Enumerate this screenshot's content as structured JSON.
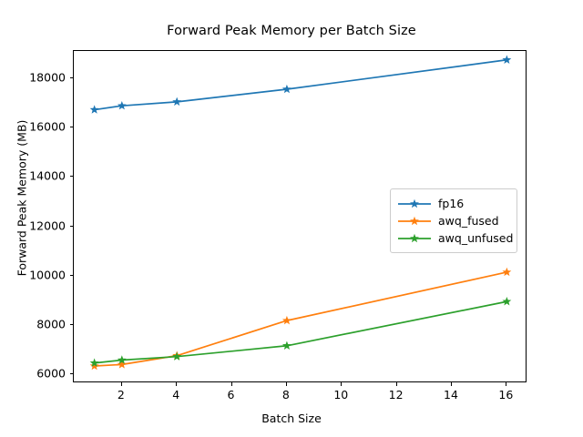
{
  "chart_data": {
    "type": "line",
    "title": "Forward Peak Memory per Batch Size",
    "xlabel": "Batch Size",
    "ylabel": "Forward Peak Memory (MB)",
    "x": [
      1,
      2,
      4,
      8,
      16
    ],
    "xlim": [
      0.25,
      16.75
    ],
    "ylim": [
      5640,
      19100
    ],
    "xticks": [
      2,
      4,
      6,
      8,
      10,
      12,
      14,
      16
    ],
    "xticklabels": [
      "2",
      "4",
      "6",
      "8",
      "10",
      "12",
      "14",
      "16"
    ],
    "yticks": [
      6000,
      8000,
      10000,
      12000,
      14000,
      16000,
      18000
    ],
    "yticklabels": [
      "6000",
      "8000",
      "10000",
      "12000",
      "14000",
      "16000",
      "18000"
    ],
    "grid": false,
    "marker": "star",
    "legend_position": "center right",
    "series": [
      {
        "name": "fp16",
        "color": "#1f77b4",
        "values": [
          16720,
          16880,
          17040,
          17550,
          18740
        ]
      },
      {
        "name": "awq_fused",
        "color": "#ff7f0e",
        "values": [
          6340,
          6400,
          6760,
          8180,
          10140
        ]
      },
      {
        "name": "awq_unfused",
        "color": "#2ca02c",
        "values": [
          6460,
          6580,
          6720,
          7160,
          8950
        ]
      }
    ]
  },
  "legend": {
    "entries": [
      {
        "label": "fp16"
      },
      {
        "label": "awq_fused"
      },
      {
        "label": "awq_unfused"
      }
    ]
  }
}
